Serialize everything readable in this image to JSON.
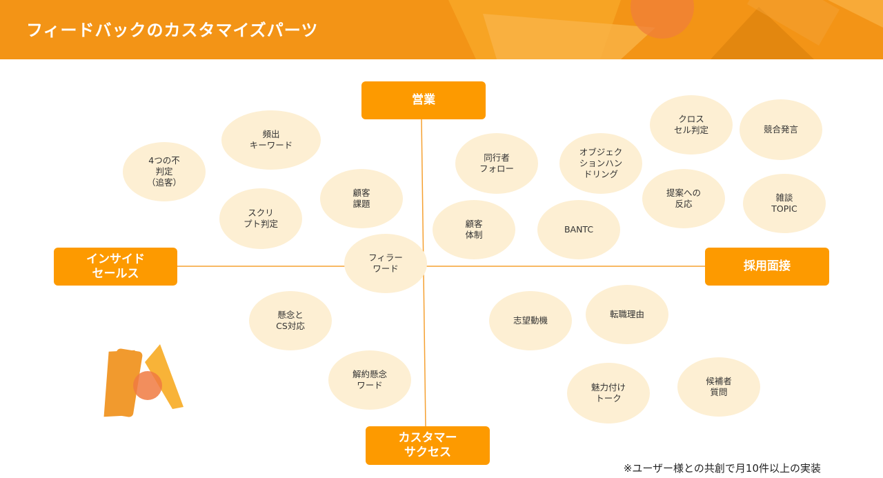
{
  "header": {
    "title": "フィードバックのカスタマイズパーツ"
  },
  "axes": {
    "top": "営業",
    "left": "インサイド\nセールス",
    "right": "採用面接",
    "bottom": "カスタマー\nサクセス"
  },
  "bubbles": [
    "頻出\nキーワード",
    "4つの不\n判定\n（追客）",
    "スクリ\nプト判定",
    "顧客\n課題",
    "フィラー\nワード",
    "同行者\nフォロー",
    "オブジェク\nションハン\nドリング",
    "クロス\nセル判定",
    "競合発言",
    "顧客\n体制",
    "BANTC",
    "提案への\n反応",
    "雑談\nTOPIC",
    "懸念と\nCS対応",
    "解約懸念\nワード",
    "志望動機",
    "転職理由",
    "魅力付け\nトーク",
    "候補者\n質問"
  ],
  "footnote": "※ユーザー様との共創で月10件以上の実装"
}
